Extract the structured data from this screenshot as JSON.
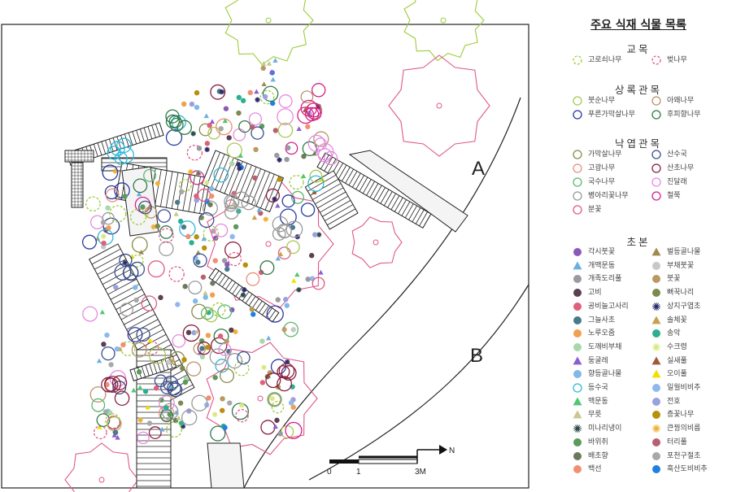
{
  "labels": {
    "section_a": "A",
    "section_b": "B"
  },
  "scale": {
    "ticks": [
      "0",
      "1",
      "3M"
    ],
    "north_label": "N"
  },
  "legend": {
    "title": "주요 식재 식물 목록",
    "sections": [
      {
        "name": "교목",
        "items": [
          {
            "label": "고로쇠나무",
            "marker": "ring-dash",
            "color": "#9ccc3a"
          },
          {
            "label": "벚나무",
            "marker": "ring-dash",
            "color": "#e0588a"
          }
        ]
      },
      {
        "name": "상록관목",
        "items": [
          {
            "label": "붓순나무",
            "marker": "ring",
            "color": "#a8c850"
          },
          {
            "label": "아왜나무",
            "marker": "ring",
            "color": "#b8946a"
          },
          {
            "label": "푸른가막살나무",
            "marker": "ring",
            "color": "#2a3aa0"
          },
          {
            "label": "후피향나무",
            "marker": "ring",
            "color": "#2f7a4a"
          }
        ]
      },
      {
        "name": "낙엽관목",
        "items": [
          {
            "label": "가막살나무",
            "marker": "ring",
            "color": "#8a8a4a"
          },
          {
            "label": "산수국",
            "marker": "ring",
            "color": "#3a4f8f"
          },
          {
            "label": "고광나무",
            "marker": "ring",
            "color": "#e8907a"
          },
          {
            "label": "산초나무",
            "marker": "ring",
            "color": "#8a2040"
          },
          {
            "label": "국수나무",
            "marker": "ring",
            "color": "#5ab870"
          },
          {
            "label": "진달래",
            "marker": "ring",
            "color": "#e68ae0"
          },
          {
            "label": "병아리꽃나무",
            "marker": "ring",
            "color": "#9a9a9a"
          },
          {
            "label": "철쭉",
            "marker": "ring",
            "color": "#d8208a"
          },
          {
            "label": "분꽃",
            "marker": "ring",
            "color": "#e05a80"
          }
        ]
      },
      {
        "name": "초본",
        "items": [
          {
            "label": "각시붓꽃",
            "marker": "dot",
            "color": "#8a5ab8"
          },
          {
            "label": "벌등골나물",
            "marker": "tri",
            "color": "#a08a50"
          },
          {
            "label": "개맥문동",
            "marker": "tri",
            "color": "#6ab0e0"
          },
          {
            "label": "부채붓꽃",
            "marker": "dot",
            "color": "#c8c8c8"
          },
          {
            "label": "개족도리풀",
            "marker": "dot",
            "color": "#9a9aa0"
          },
          {
            "label": "붓꽃",
            "marker": "dot",
            "color": "#b89a60"
          },
          {
            "label": "고비",
            "marker": "dot",
            "color": "#5a4050"
          },
          {
            "label": "뻐꾹나리",
            "marker": "dot",
            "color": "#7a8a50"
          },
          {
            "label": "공비늘고사리",
            "marker": "dot",
            "color": "#e0607a"
          },
          {
            "label": "상지구엽초",
            "marker": "burst",
            "color": "#2a2a6a"
          },
          {
            "label": "그늘사초",
            "marker": "dot",
            "color": "#4a7a8a"
          },
          {
            "label": "솔체꽃",
            "marker": "tri",
            "color": "#c8a050"
          },
          {
            "label": "노루오줌",
            "marker": "dot",
            "color": "#f0a050"
          },
          {
            "label": "송악",
            "marker": "dot",
            "color": "#2ab090"
          },
          {
            "label": "도깨비부채",
            "marker": "dot",
            "color": "#a8d8a8"
          },
          {
            "label": "수크령",
            "marker": "burst",
            "color": "#d8e880"
          },
          {
            "label": "둥굴레",
            "marker": "tri",
            "color": "#8a60d0"
          },
          {
            "label": "실새풀",
            "marker": "tri",
            "color": "#a05a3a"
          },
          {
            "label": "향등골나물",
            "marker": "dot",
            "color": "#80b8e8"
          },
          {
            "label": "오이풀",
            "marker": "tri",
            "color": "#f0e000"
          },
          {
            "label": "등수국",
            "marker": "ring",
            "color": "#30b8d8"
          },
          {
            "label": "일월비비추",
            "marker": "dot",
            "color": "#90b8f0"
          },
          {
            "label": "맥문동",
            "marker": "tri",
            "color": "#50c870"
          },
          {
            "label": "전호",
            "marker": "dot",
            "color": "#9aa0e0"
          },
          {
            "label": "무릇",
            "marker": "tri",
            "color": "#c8c890"
          },
          {
            "label": "층꽃나무",
            "marker": "dot",
            "color": "#b8900a"
          },
          {
            "label": "미나리냉이",
            "marker": "burst",
            "color": "#2a4a4a"
          },
          {
            "label": "큰꿩의비름",
            "marker": "burst",
            "color": "#f0b030"
          },
          {
            "label": "바위취",
            "marker": "dot",
            "color": "#5a9a5a"
          },
          {
            "label": "터리풀",
            "marker": "dot",
            "color": "#b86070"
          },
          {
            "label": "배초향",
            "marker": "dot",
            "color": "#6a7a5a"
          },
          {
            "label": "포천구절초",
            "marker": "dot",
            "color": "#a8a8a8"
          },
          {
            "label": "백선",
            "marker": "dot",
            "color": "#f09070"
          },
          {
            "label": "흑산도비비추",
            "marker": "dot",
            "color": "#2080e0"
          }
        ]
      }
    ]
  }
}
